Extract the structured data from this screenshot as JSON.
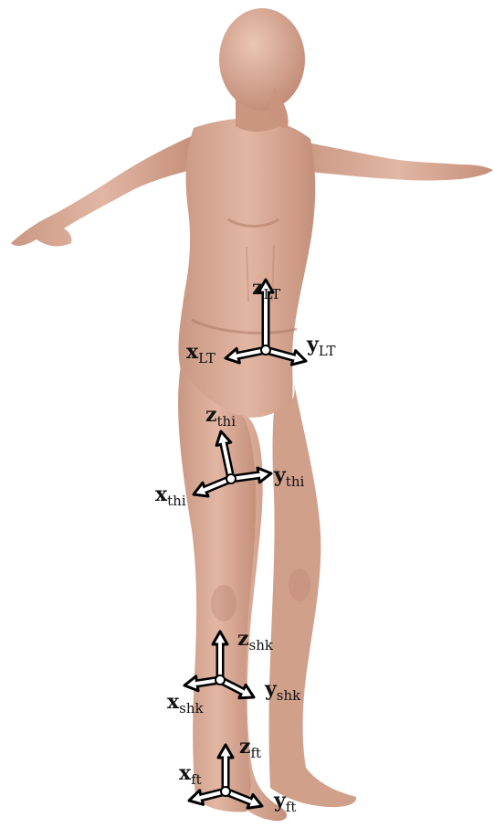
{
  "figure": {
    "subject": "human body model in T-pose",
    "colors": {
      "skin": "#d9aa96",
      "skin_shadow": "#b98672",
      "skin_highlight": "#f0cdbd",
      "arrow_fill": "#ffffff",
      "arrow_outline": "#000000",
      "label": "#111111"
    },
    "frames": [
      {
        "id": "LT",
        "x_label": "x",
        "x_sub": "LT",
        "y_label": "y",
        "y_sub": "LT",
        "z_label": "z",
        "z_sub": "LT"
      },
      {
        "id": "thi",
        "x_label": "x",
        "x_sub": "thi",
        "y_label": "y",
        "y_sub": "thi",
        "z_label": "z",
        "z_sub": "thi"
      },
      {
        "id": "shk",
        "x_label": "x",
        "x_sub": "shk",
        "y_label": "y",
        "y_sub": "shk",
        "z_label": "z",
        "z_sub": "shk"
      },
      {
        "id": "ft",
        "x_label": "x",
        "x_sub": "ft",
        "y_label": "y",
        "y_sub": "ft",
        "z_label": "z",
        "z_sub": "ft"
      }
    ]
  }
}
